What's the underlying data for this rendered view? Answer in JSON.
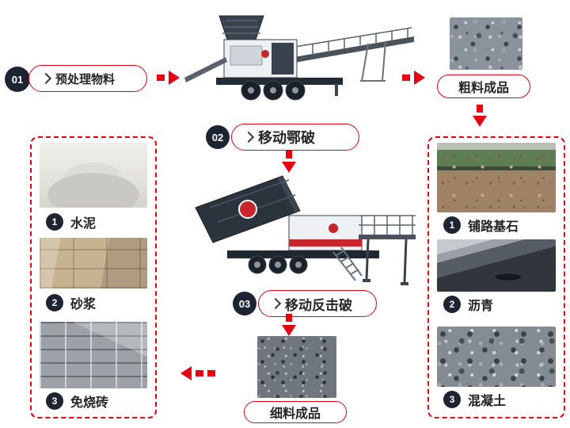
{
  "colors": {
    "accent": "#e60012",
    "badge": "#1c2531",
    "text": "#262626"
  },
  "steps": [
    {
      "num": "01",
      "label": "预处理物料"
    },
    {
      "num": "02",
      "label": "移动鄂破"
    },
    {
      "num": "03",
      "label": "移动反击破"
    }
  ],
  "outputs": {
    "coarse": "粗料成品",
    "fine": "细料成品"
  },
  "left_products": [
    {
      "num": "1",
      "label": "水泥"
    },
    {
      "num": "2",
      "label": "砂浆"
    },
    {
      "num": "3",
      "label": "免烧砖"
    }
  ],
  "right_products": [
    {
      "num": "1",
      "label": "铺路基石"
    },
    {
      "num": "2",
      "label": "沥青"
    },
    {
      "num": "3",
      "label": "混凝土"
    }
  ]
}
